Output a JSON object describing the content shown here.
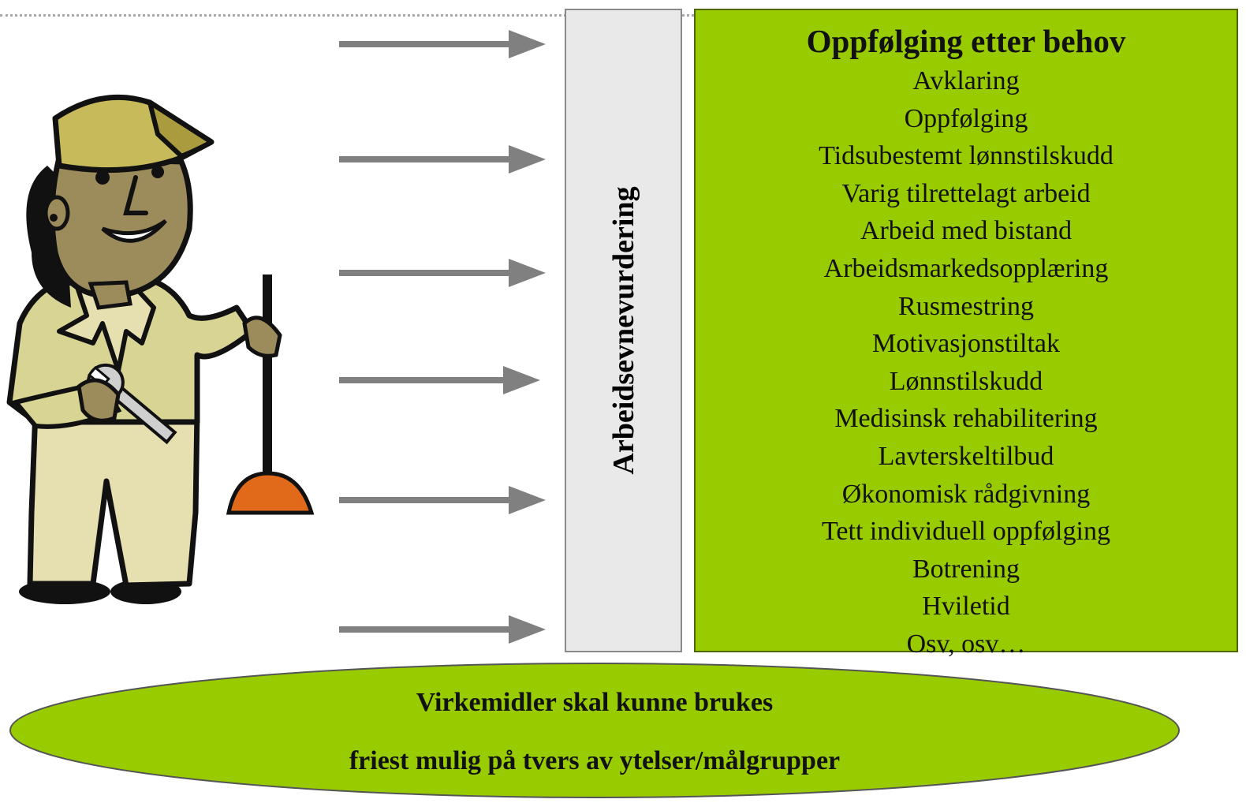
{
  "vertical_label": "Arbeidsevnevurdering",
  "green_box": {
    "title": "Oppfølging etter behov",
    "items": [
      "Avklaring",
      "Oppfølging",
      "Tidsubestemt lønnstilskudd",
      "Varig tilrettelagt arbeid",
      "Arbeid med bistand",
      "Arbeidsmarkedsopplæring",
      "Rusmestring",
      "Motivasjonstiltak",
      "Lønnstilskudd",
      "Medisinsk rehabilitering",
      "Lavterskeltilbud",
      "Økonomisk rådgivning",
      "Tett individuell oppfølging",
      "Botrening",
      "Hviletid",
      "Osv, osv…"
    ]
  },
  "ellipse": {
    "line1": "Virkemidler skal kunne brukes",
    "line2": "friest mulig på tvers av ytelser/målgrupper"
  },
  "colors": {
    "green": "#99cc00",
    "arrow_gray": "#808080",
    "box_gray": "#e9e9e9"
  }
}
